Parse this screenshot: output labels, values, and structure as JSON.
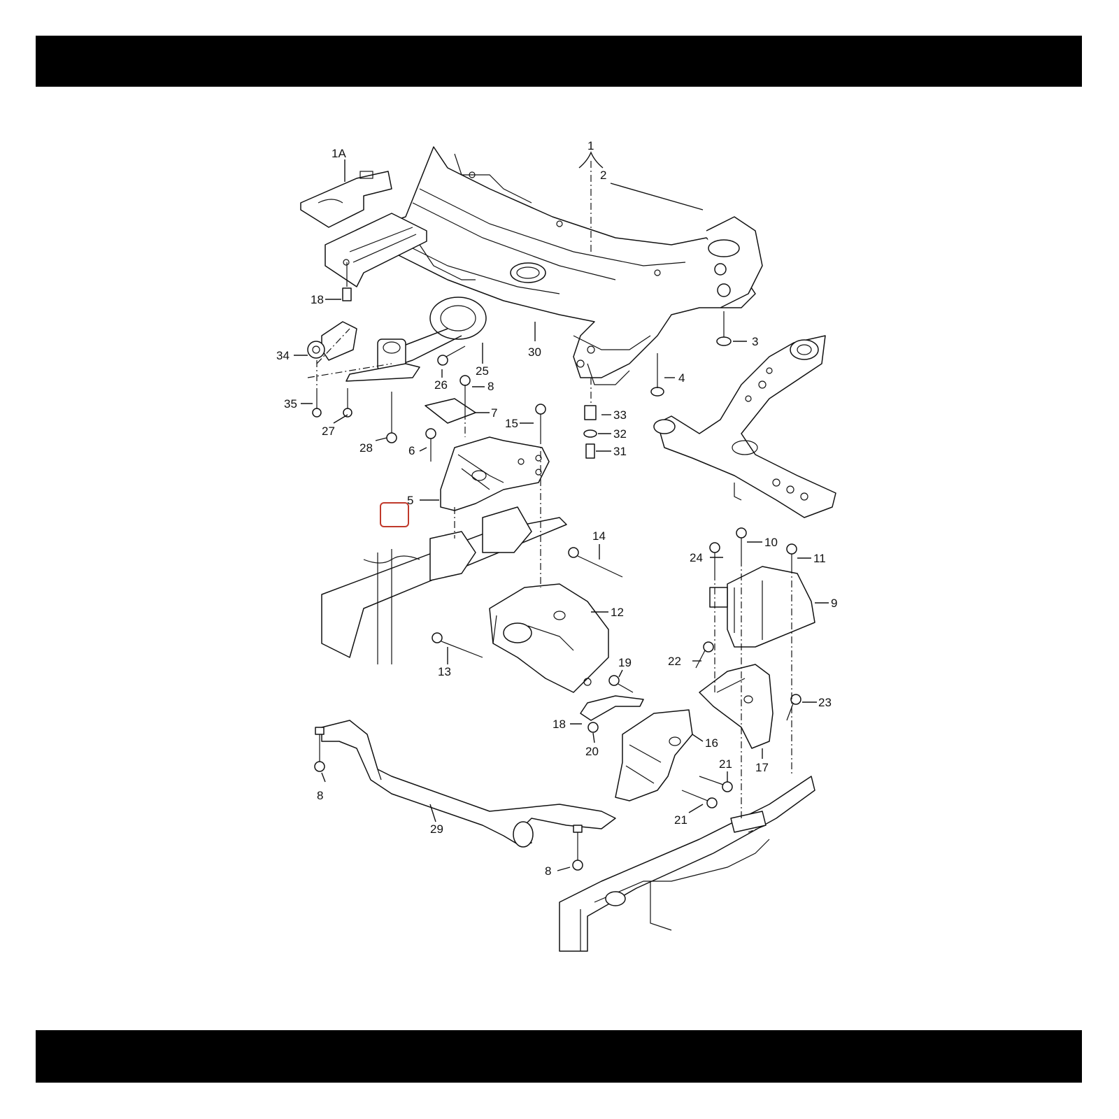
{
  "diagram": {
    "labels": {
      "l1": "1",
      "l1a": "1A",
      "l2": "2",
      "l3": "3",
      "l4": "4",
      "l5": "5",
      "l6": "6",
      "l7": "7",
      "l8a": "8",
      "l8b": "8",
      "l8c": "8",
      "l9": "9",
      "l10": "10",
      "l11": "11",
      "l12": "12",
      "l13": "13",
      "l14": "14",
      "l15": "15",
      "l16": "16",
      "l17": "17",
      "l18a": "18",
      "l18b": "18",
      "l19": "19",
      "l20": "20",
      "l21a": "21",
      "l21b": "21",
      "l22": "22",
      "l23": "23",
      "l24": "24",
      "l25": "25",
      "l26": "26",
      "l27": "27",
      "l28": "28",
      "l29": "29",
      "l30": "30",
      "l31": "31",
      "l32": "32",
      "l33": "33",
      "l34": "34",
      "l35": "35"
    },
    "colors": {
      "bars": "#000000",
      "highlight": "#c0392b",
      "ink": "#111111"
    }
  }
}
